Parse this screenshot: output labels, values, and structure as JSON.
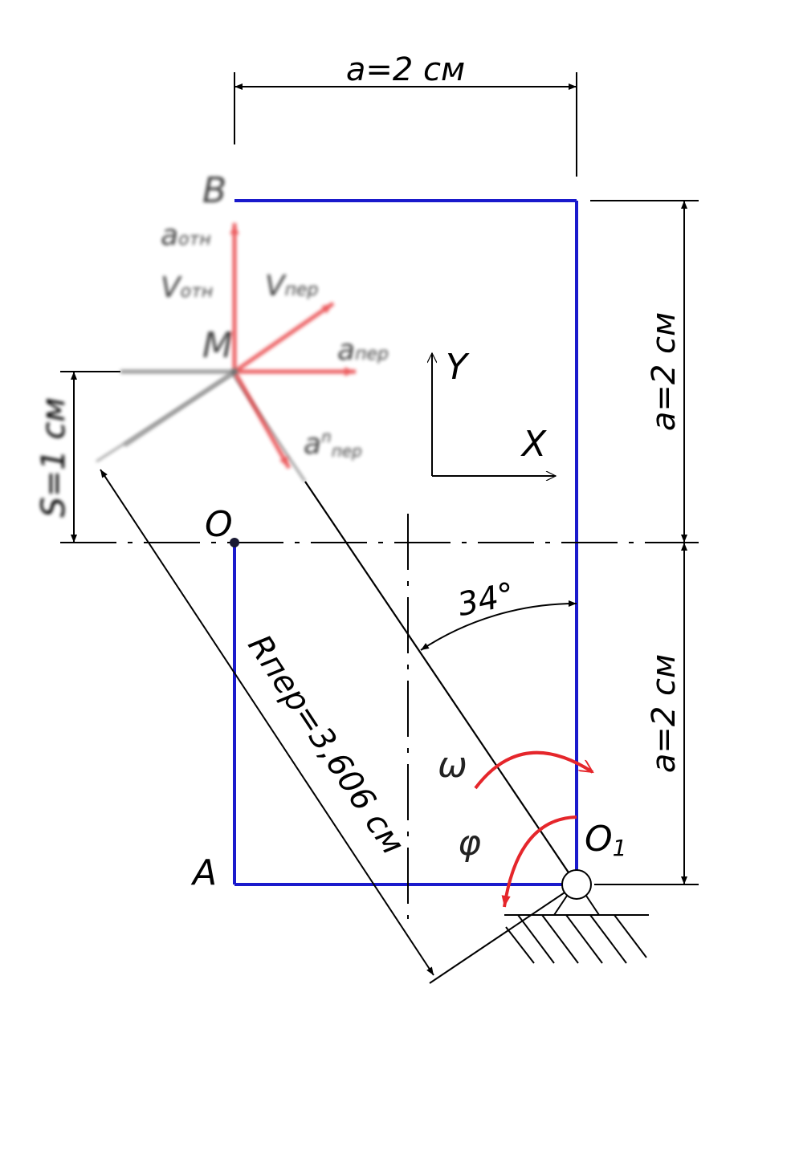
{
  "colors": {
    "frame": "#1a1acc",
    "arrows": "#e5262b",
    "lines": "#000000"
  },
  "labels": {
    "dim_top": "a=2 см",
    "dim_right_upper": "a=2 см",
    "dim_right_lower": "a=2 см",
    "dim_s": "S=1 см",
    "radius": "Rпер=3,606 см",
    "angle": "34°",
    "point_B": "B",
    "point_M": "M",
    "point_O": "O",
    "point_O1": "O",
    "point_O1_sub": "1",
    "point_A": "A",
    "axis_x": "X",
    "axis_y": "Y",
    "omega": "ω",
    "phi": "φ",
    "a_otn": "a",
    "a_otn_sub": "отн",
    "v_otn": "V",
    "v_otn_sub": "отн",
    "v_per": "V",
    "v_per_sub": "пер",
    "a_per": "a",
    "a_per_sub": "пер",
    "a_n_per": "a",
    "a_n_per_sup": "n",
    "a_n_per_sub": "пер"
  }
}
